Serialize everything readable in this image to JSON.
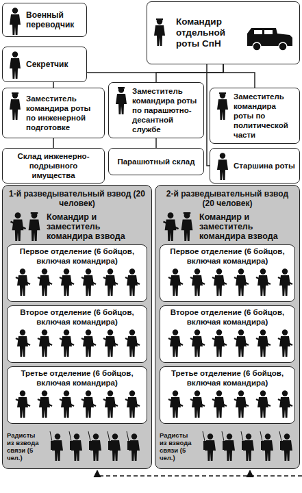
{
  "diagram": {
    "nodes": [
      {
        "text": [
          "Военный переводчик"
        ]
      },
      {
        "text": [
          "Командир отдельной роты СпН"
        ]
      },
      {
        "text": [
          "Секретчик"
        ]
      },
      {
        "text": [
          "Заместитель командира роты по инженерной подготовке"
        ]
      },
      {
        "text": [
          "Заместитель командира роты по парашютно-десантной службе"
        ]
      },
      {
        "text": [
          "Заместитель командира роты по политической части"
        ]
      },
      {
        "text": [
          "Склад инженерно-подрывного имущества"
        ]
      },
      {
        "text": [
          "Парашютный склад"
        ]
      },
      {
        "text": [
          "Старшина роты"
        ]
      },
      {
        "text": [
          "1-й разведывательный взвод (20 человек)",
          "Командир и заместитель командира взвода",
          "Радисты из взвода связи (5 чел.)"
        ]
      },
      {
        "text": [
          "Первое отделение (6 бойцов, включая командира)"
        ],
        "in": 9
      },
      {
        "text": [
          "Второе отделение (6 бойцов, включая командира)"
        ],
        "in": 9
      },
      {
        "text": [
          "Третье отделение (6 бойцов, включая командира)"
        ],
        "in": 9
      },
      {
        "text": [
          "2-й разведывательный взвод (20 человек)",
          "Командир и заместитель командира взвода",
          "Радисты из взвода связи (5 чел.)"
        ]
      },
      {
        "text": [
          "Первое отделение (6 бойцов, включая командира)"
        ],
        "in": 13
      },
      {
        "text": [
          "Второе отделение (6 бойцов, включая командира)"
        ],
        "in": 13
      },
      {
        "text": [
          "Третье отделение (6 бойцов, включая командира)"
        ],
        "in": 13
      }
    ],
    "edges": [
      {
        "from": 1,
        "to": 3,
        "arrow": "none"
      },
      {
        "from": 1,
        "to": 4,
        "arrow": "none"
      },
      {
        "from": 1,
        "to": 5,
        "arrow": "none"
      },
      {
        "from": 1,
        "to": 8,
        "arrow": "none"
      },
      {
        "from": 3,
        "to": 6,
        "arrow": "none"
      },
      {
        "from": 4,
        "to": 7,
        "arrow": "none"
      }
    ]
  }
}
